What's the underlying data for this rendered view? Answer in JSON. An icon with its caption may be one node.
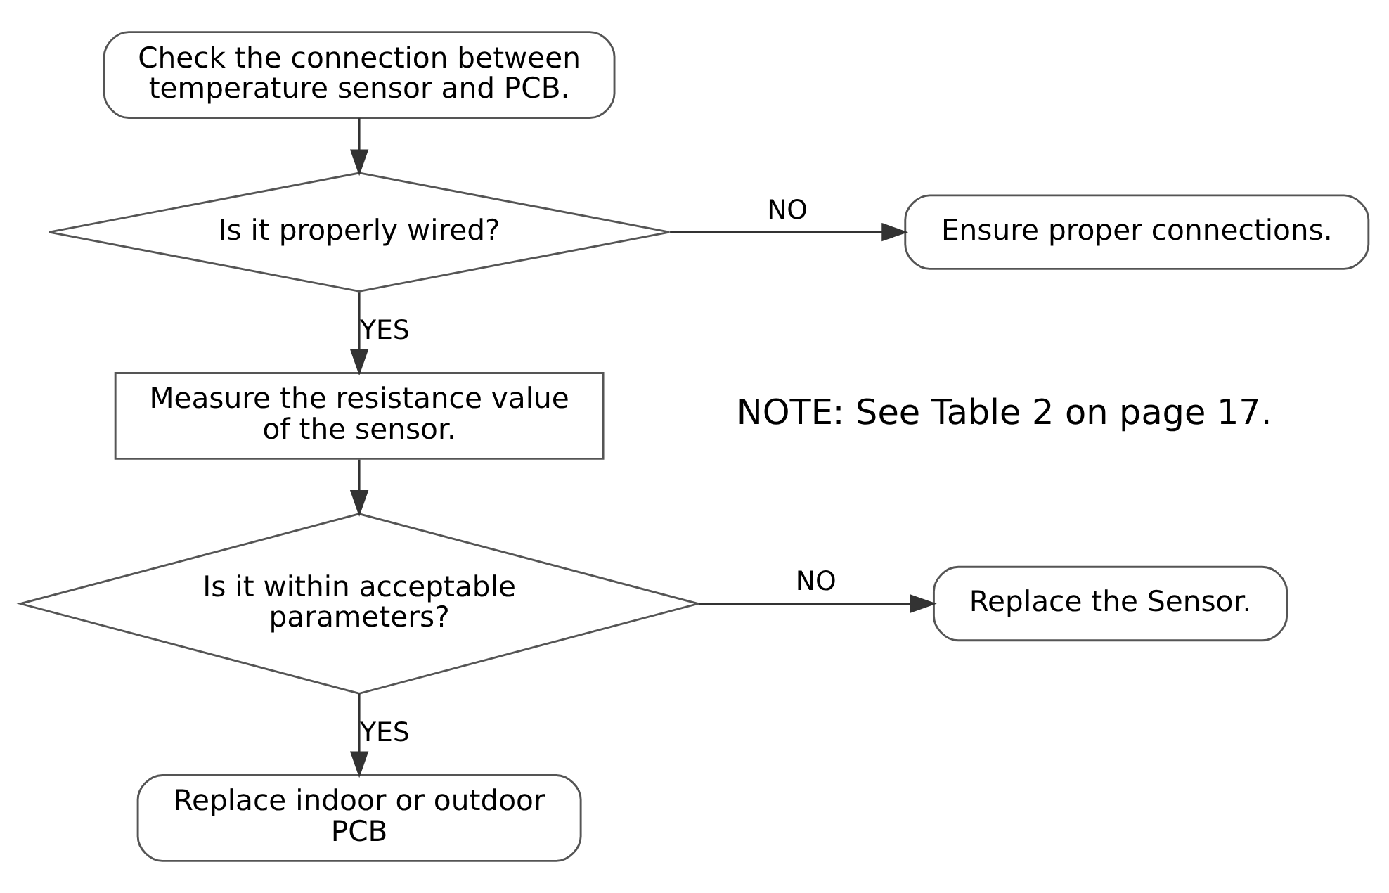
{
  "diagram": {
    "nodes": [
      {
        "text": [
          "Check the connection between temperature sensor and PCB."
        ]
      },
      {
        "text": [
          "Is it properly wired?"
        ]
      },
      {
        "text": [
          "Ensure proper connections."
        ]
      },
      {
        "text": [
          "Measure the resistance value of the sensor."
        ]
      },
      {
        "text": [
          "Is it within acceptable parameters?"
        ]
      },
      {
        "text": [
          "Replace the Sensor."
        ]
      },
      {
        "text": [
          "Replace indoor or outdoor PCB"
        ]
      }
    ],
    "edges": [
      {
        "from": 0,
        "to": 1,
        "arrow": "to"
      },
      {
        "from": 1,
        "to": 2,
        "arrow": "to",
        "label": "NO"
      },
      {
        "from": 1,
        "to": 3,
        "arrow": "to",
        "label": "YES"
      },
      {
        "from": 3,
        "to": 4,
        "arrow": "to"
      },
      {
        "from": 4,
        "to": 5,
        "arrow": "to",
        "label": "NO"
      },
      {
        "from": 4,
        "to": 6,
        "arrow": "to",
        "label": "YES"
      }
    ],
    "labels": [
      "NOTE: See Table 2 on page 17."
    ]
  }
}
